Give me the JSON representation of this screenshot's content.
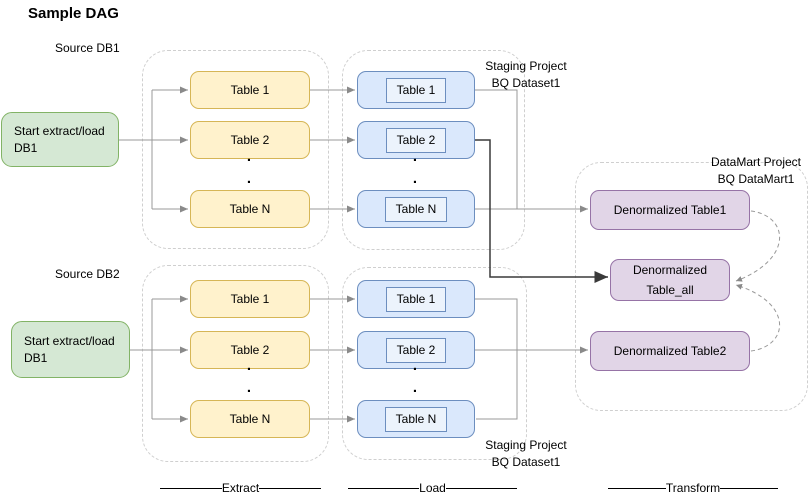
{
  "title": "Sample DAG",
  "pipelines": [
    {
      "source_label": "Source DB1",
      "start_node": {
        "line1": "Start extract/load",
        "line2": "DB1"
      },
      "extract_tables": [
        "Table 1",
        "Table 2",
        "Table N"
      ],
      "load_tables": [
        "Table 1",
        "Table 2",
        "Table N"
      ],
      "staging_label": {
        "line1": "Staging Project",
        "line2": "BQ Dataset1"
      }
    },
    {
      "source_label": "Source DB2",
      "start_node": {
        "line1": "Start extract/load",
        "line2": "DB1"
      },
      "extract_tables": [
        "Table 1",
        "Table 2",
        "Table N"
      ],
      "load_tables": [
        "Table 1",
        "Table 2",
        "Table N"
      ],
      "staging_label": {
        "line1": "Staging Project",
        "line2": "BQ Dataset1"
      }
    }
  ],
  "transform": {
    "project_label": {
      "line1": "DataMart Project",
      "line2": "BQ DataMart1"
    },
    "nodes": [
      {
        "label": "Denormalized Table1"
      },
      {
        "line1": "Denormalized",
        "line2": "Table_all"
      },
      {
        "label": "Denormalized Table2"
      }
    ]
  },
  "stages": {
    "extract": "Extract",
    "load": "Load",
    "transform": "Transform"
  },
  "ellipsis": ".",
  "colors": {
    "extract_node_fill": "#FFF2CC",
    "extract_node_border": "#D6B656",
    "load_node_fill": "#DAE8FC",
    "load_node_border": "#6C8EBF",
    "start_node_fill": "#D5E8D4",
    "start_node_border": "#82B366",
    "transform_node_fill": "#E1D5E7",
    "transform_node_border": "#9673A6",
    "connector_gray": "#999999",
    "connector_dark": "#3a3a3a",
    "group_border": "#cfcfcf"
  }
}
